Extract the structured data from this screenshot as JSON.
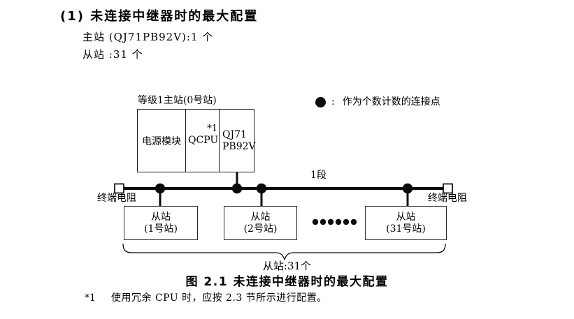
{
  "colors": {
    "ink": "#000000",
    "background": "#ffffff"
  },
  "header": {
    "title": "(1) 未连接中继器时的最大配置",
    "master_count_line": "主站 (QJ71PB92V):1 个",
    "slave_count_line": "从站 :31 个"
  },
  "diagram": {
    "master_station": {
      "label": "等级1主站(0号站)",
      "power_module": "电源模块",
      "cpu": "QCPU",
      "cpu_note": "*1",
      "interface_line1": "QJ71",
      "interface_line2": "PB92V"
    },
    "legend": {
      "colon": ":",
      "text": "作为个数计数的连接点"
    },
    "segment_label": "1段",
    "terminator_left": "终端电阻",
    "terminator_right": "终端电阻",
    "slaves": [
      {
        "name": "从站",
        "station": "(1号站)"
      },
      {
        "name": "从站",
        "station": "(2号站)"
      },
      {
        "name": "从站",
        "station": "(31号站)"
      }
    ],
    "brace_label": "从站:31个"
  },
  "caption": "图 2.1 未连接中继器时的最大配置",
  "footnote": {
    "marker": "*1",
    "text": "使用冗余 CPU 时，应按 2.3 节所示进行配置。"
  }
}
